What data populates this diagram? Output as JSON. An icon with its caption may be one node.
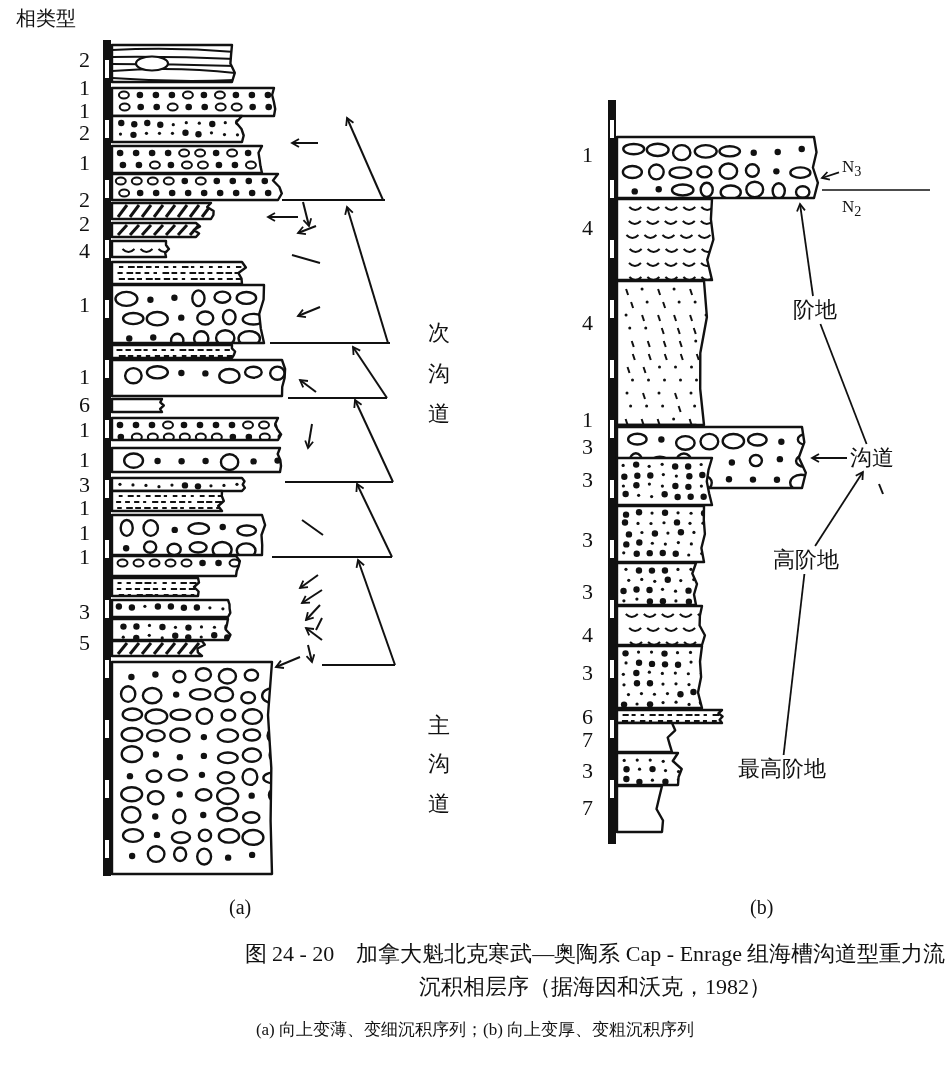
{
  "diagram": {
    "caption": "图 24 - 20　加拿大魁北克寒武—奥陶系 Cap - Enrage 组海槽沟道型重力流沉积相层序（据海因和沃克，1982）",
    "nodes": [
      {
        "text": [
          "N$_{3}$"
        ]
      },
      {
        "text": [
          "阶地"
        ]
      },
      {
        "text": [
          "沟道"
        ]
      },
      {
        "text": [
          "高阶地"
        ]
      },
      {
        "text": [
          "最高阶地"
        ]
      }
    ],
    "edges": [
      {
        "from": 0,
        "to": null,
        "arrow": "to"
      },
      {
        "from": 1,
        "to": null,
        "arrow": "to"
      },
      {
        "from": 2,
        "to": 1,
        "arrow": "none"
      },
      {
        "from": 2,
        "to": null,
        "arrow": "to"
      },
      {
        "from": 3,
        "to": 2,
        "arrow": "to"
      },
      {
        "from": 4,
        "to": 3,
        "arrow": "none"
      }
    ],
    "labels": [
      "相类型",
      "2",
      "1",
      "1",
      "2",
      "1",
      "2",
      "2",
      "4",
      "1",
      "1",
      "6",
      "1",
      "1",
      "3",
      "1",
      "1",
      "1",
      "3",
      "5",
      "次沟道",
      "主沟道",
      "(a)",
      "1",
      "4",
      "4",
      "1",
      "3",
      "3",
      "3",
      "3",
      "4",
      "3",
      "6",
      "7",
      "3",
      "7",
      "N$_{2}$",
      "(b)",
      "(a) 向上变薄、变细沉积序列；(b) 向上变厚、变粗沉积序列"
    ]
  }
}
